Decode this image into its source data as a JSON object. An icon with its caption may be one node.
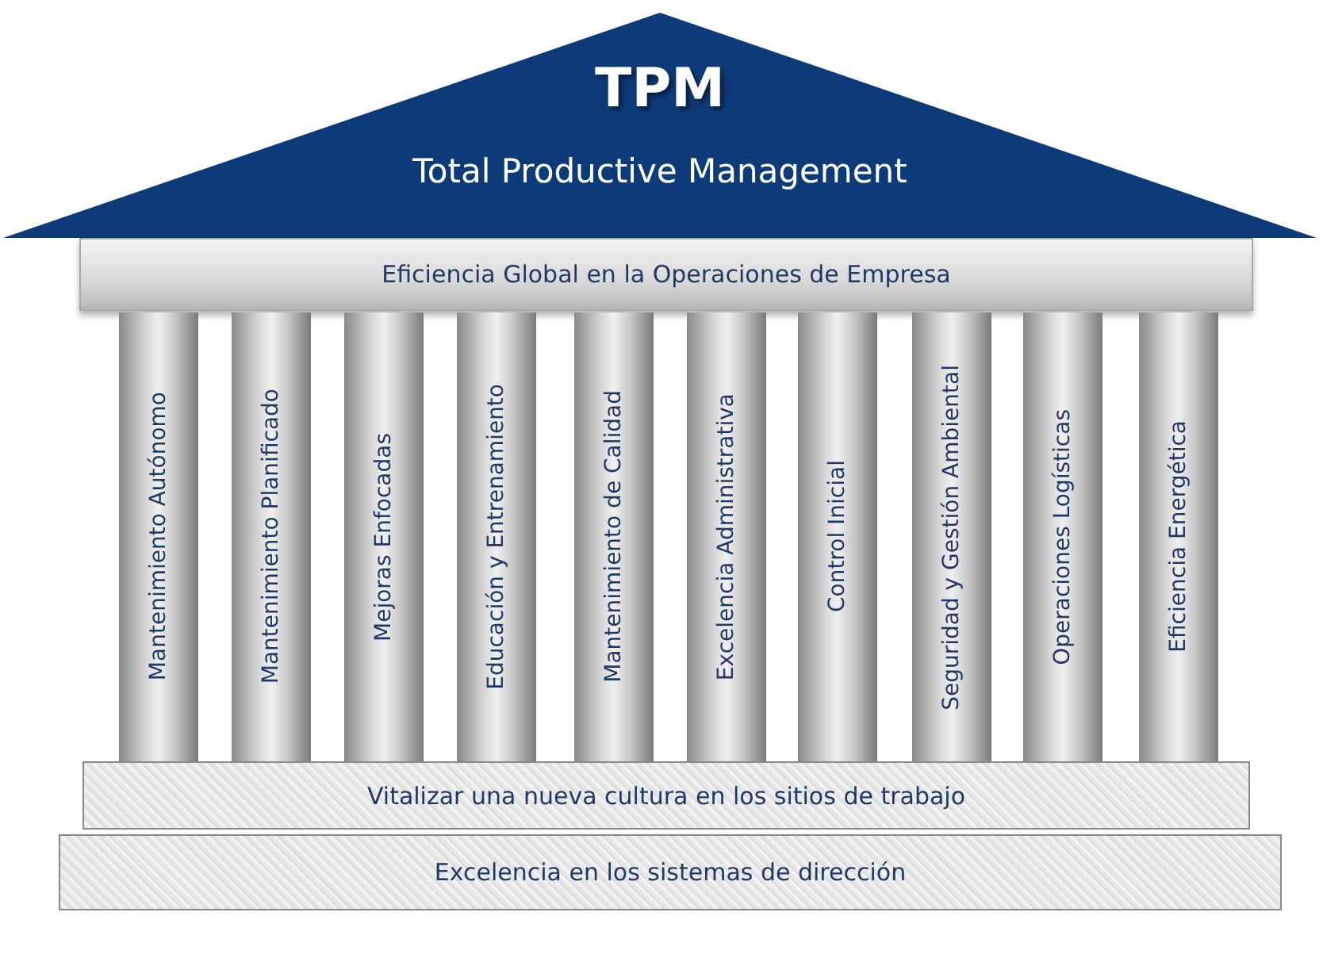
{
  "diagram": {
    "nodes": [
      {
        "text": [
          "TPM",
          "Total Productive Management"
        ]
      },
      {
        "text": [
          "Eficiencia Global en la Operaciones de Empresa"
        ]
      },
      {
        "text": [
          "Mantenimiento Autónomo"
        ]
      },
      {
        "text": [
          "Mantenimiento Planificado"
        ]
      },
      {
        "text": [
          "Mejoras Enfocadas"
        ]
      },
      {
        "text": [
          "Educación y Entrenamiento"
        ]
      },
      {
        "text": [
          "Mantenimiento de Calidad"
        ]
      },
      {
        "text": [
          "Excelencia Administrativa"
        ]
      },
      {
        "text": [
          "Control Inicial"
        ]
      },
      {
        "text": [
          "Seguridad y Gestión Ambiental"
        ]
      },
      {
        "text": [
          "Operaciones Logísticas"
        ]
      },
      {
        "text": [
          "Eficiencia Energética"
        ]
      },
      {
        "text": [
          "Vitalizar una nueva cultura en los sitios de trabajo"
        ]
      },
      {
        "text": [
          "Excelencia en los sistemas de dirección"
        ]
      }
    ]
  }
}
